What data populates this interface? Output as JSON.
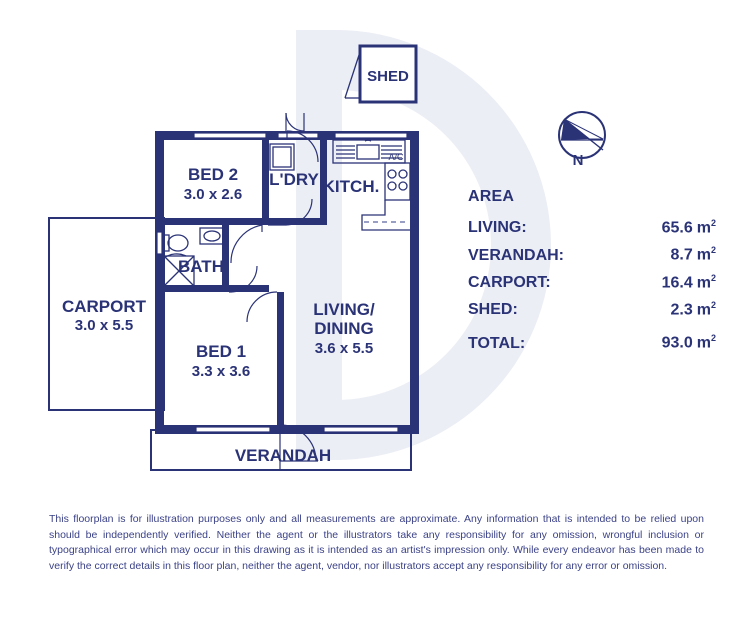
{
  "theme": {
    "ink": "#2b3377",
    "wall": "#2b3377",
    "watermark": "#eceef5",
    "background": "#ffffff",
    "disclaimer_color": "#3b4287"
  },
  "rooms": [
    {
      "id": "shed",
      "name": "SHED",
      "dims": ""
    },
    {
      "id": "bed2",
      "name": "BED 2",
      "dims": "3.0 x 2.6"
    },
    {
      "id": "ldry",
      "name": "L'DRY",
      "dims": ""
    },
    {
      "id": "kitchen",
      "name": "KITCH.",
      "dims": ""
    },
    {
      "id": "bath",
      "name": "BATH",
      "dims": ""
    },
    {
      "id": "carport",
      "name": "CARPORT",
      "dims": "3.0 x 5.5"
    },
    {
      "id": "bed1",
      "name": "BED 1",
      "dims": "3.3 x 3.6"
    },
    {
      "id": "living",
      "name": "LIVING/",
      "name2": "DINING",
      "dims": "3.6 x 5.5"
    },
    {
      "id": "verandah",
      "name": "VERANDAH",
      "dims": ""
    }
  ],
  "annotations": {
    "aircon": "A/C"
  },
  "area": {
    "title": "AREA",
    "rows": [
      {
        "label": "LIVING:",
        "value": "65.6",
        "unit": "m",
        "exp": "2"
      },
      {
        "label": "VERANDAH:",
        "value": "8.7",
        "unit": "m",
        "exp": "2"
      },
      {
        "label": "CARPORT:",
        "value": "16.4",
        "unit": "m",
        "exp": "2"
      },
      {
        "label": "SHED:",
        "value": "2.3",
        "unit": "m",
        "exp": "2"
      }
    ],
    "total": {
      "label": "TOTAL:",
      "value": "93.0",
      "unit": "m",
      "exp": "2"
    }
  },
  "compass": {
    "label": "N",
    "icon": "compass-north-icon"
  },
  "disclaimer": {
    "text": "This floorplan is for illustration purposes only and all measurements are approximate. Any information that is intended to be relied upon should be independently verified. Neither the agent or the illustrators take any responsibility for any omission, wrongful inclusion or typographical error which may occur in this drawing as it is intended as an artist's impression only. While every endeavor has been made to verify the correct details in this floor plan, neither the agent, vendor, nor illustrators accept any responsibility for any error or omission."
  }
}
